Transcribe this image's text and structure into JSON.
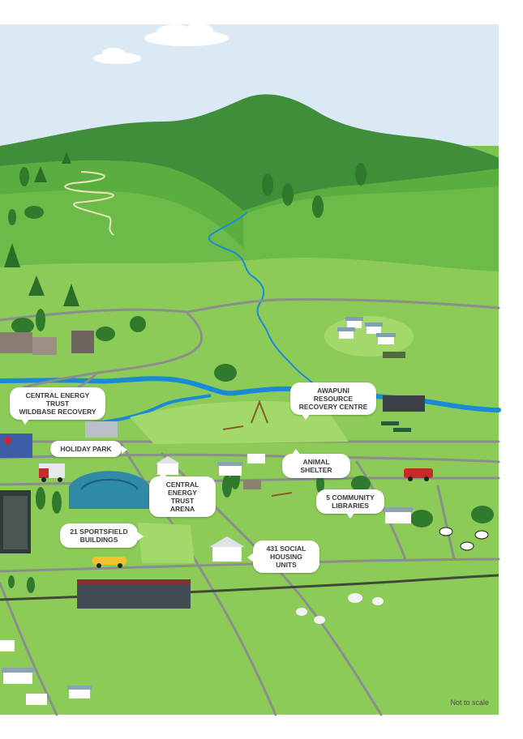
{
  "map": {
    "colors": {
      "sky": "#dbe9f5",
      "hill_dark": "#3f8f3a",
      "hill_mid": "#5aae40",
      "grass": "#7dc451",
      "grass_light": "#95d060",
      "river": "#1b8ad6",
      "road": "#8a8f8e"
    },
    "labels": {
      "wildbase": "Central Energy Trust\nWildbase Recovery",
      "awapuni": "Awapuni Resource\nRecovery Centre",
      "holiday_park": "Holiday Park",
      "animal_shelter": "Animal Shelter",
      "arena": "Central\nEnergy Trust\nArena",
      "libraries": "5 Community\nLibraries",
      "sportsfield": "21 Sportsfield\nBuildings",
      "housing": "431 Social\nHousing Units"
    },
    "footnote": "Not to scale"
  }
}
